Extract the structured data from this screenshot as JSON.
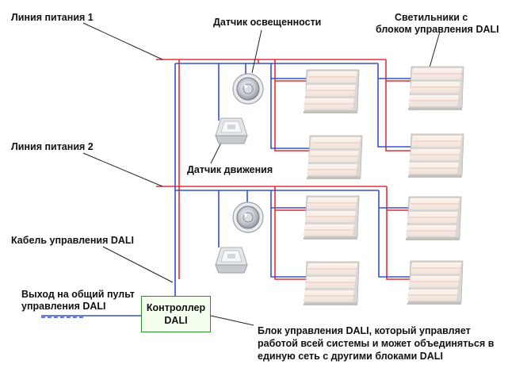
{
  "labels": {
    "power_line_1": "Линия питания 1",
    "power_line_2": "Линия питания 2",
    "light_sensor": "Датчик освещенности",
    "motion_sensor": "Датчик движения",
    "luminaires_line1": "Светильники с",
    "luminaires_line2": "блоком управления DALI",
    "dali_cable": "Кабель управления DALI",
    "output_line1": "Выход на общий пульт",
    "output_line2": "управления DALI",
    "controller_line1": "Контроллер",
    "controller_line2": "DALI",
    "desc_line1": "Блок управления DALI, который управляет",
    "desc_line2": "работой всей системы и может объединяться в",
    "desc_line3": "единую сеть с другими блоками DALI"
  },
  "colors": {
    "power_wire": "#e0303a",
    "control_wire": "#3a50c8",
    "pointer": "#222222",
    "controller_border": "#2f8f2f"
  }
}
